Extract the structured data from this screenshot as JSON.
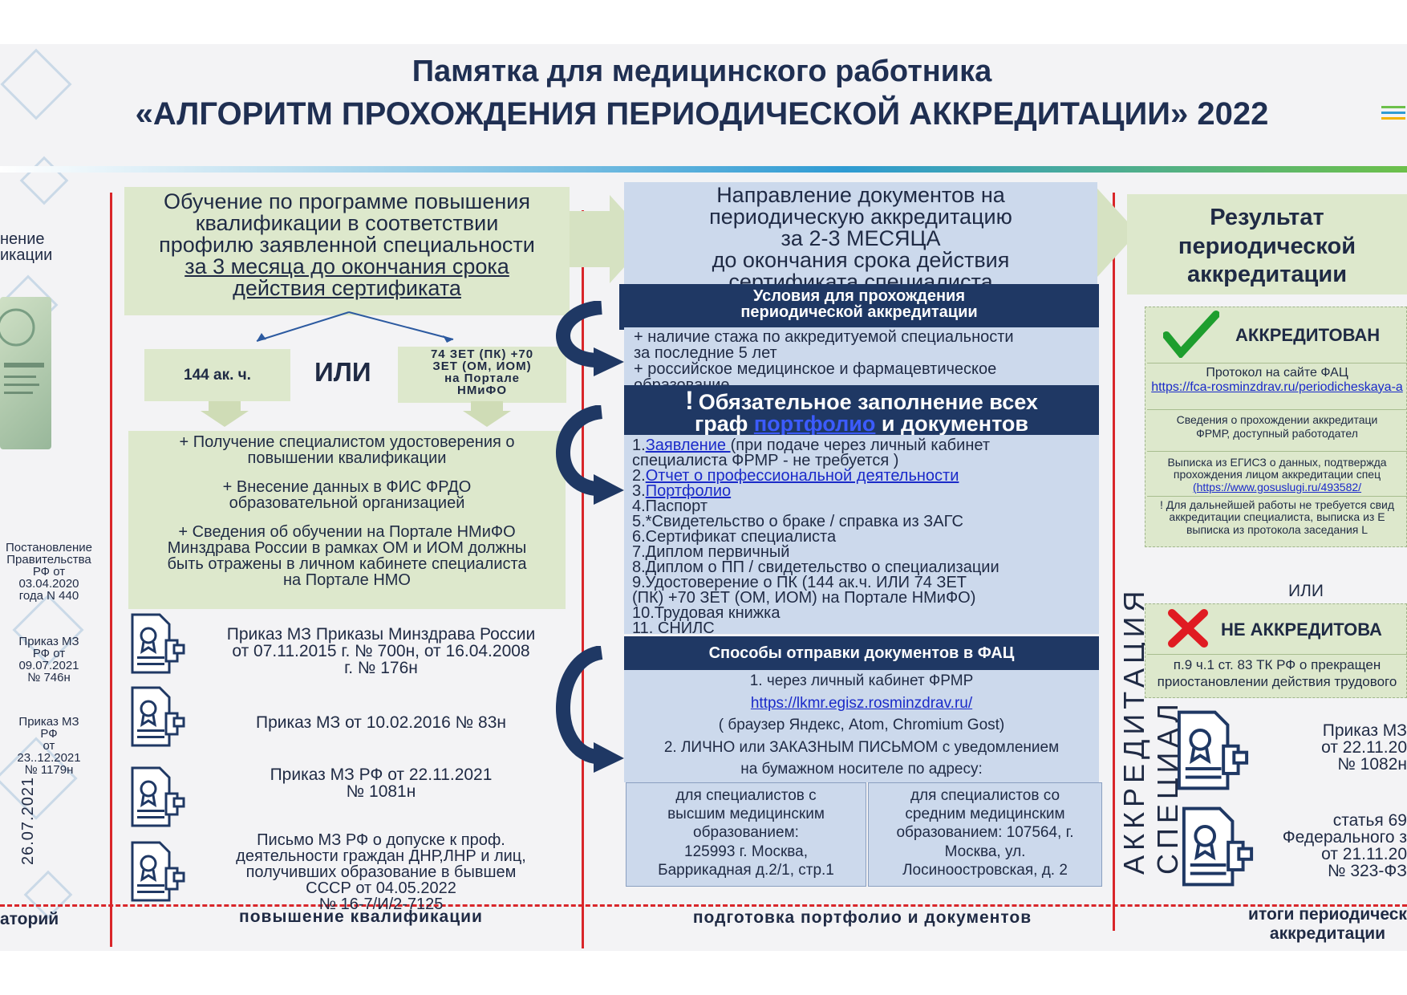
{
  "title": {
    "line1": "Памятка для медицинского работника",
    "line2": "«АЛГОРИТМ ПРОХОЖДЕНИЯ ПЕРИОДИЧЕСКОЙ АККРЕДИТАЦИИ» 2022"
  },
  "left_col": {
    "heading_l1": "нение",
    "heading_l2": "икации",
    "law_1": [
      "Постановление",
      "Правительства",
      "РФ от",
      "03.04.2020",
      "года N 440"
    ],
    "law_2": [
      "Приказ МЗ",
      "РФ от",
      "09.07.2021",
      "№ 746н"
    ],
    "law_3": [
      "Приказ МЗ",
      "РФ",
      "от",
      "23..12.2021",
      "№ 1179н"
    ],
    "vertical_date": "26.07.2021",
    "footer": "аторий"
  },
  "col1": {
    "training_l1": "Обучение по программе повышения",
    "training_l2": "квалификации в соответствии",
    "training_l3": "профилю заявленной специальности",
    "training_l4": "за 3 месяца до окончания срока",
    "training_l5": "действия сертификата",
    "opt_a": "144 ак. ч.",
    "or": "ИЛИ",
    "opt_b_l1": "74 ЗЕТ (ПК) +70",
    "opt_b_l2": "ЗЕТ (ОМ, ИОМ)",
    "opt_b_l3": "на Портале",
    "opt_b_l4": "НМиФО",
    "res1_l1": "+ Получение специалистом удостоверения о",
    "res1_l2": "повышении квалификации",
    "res2_l1": "+ Внесение данных в ФИС ФРДО",
    "res2_l2": "образовательной организацией",
    "res3_l1": "+ Сведения об обучении на Портале  НМиФО",
    "res3_l2": "Минздрава  России в рамках ОМ и ИОМ должны",
    "res3_l3": "быть отражены в личном кабинете  специалиста",
    "res3_l4": "на Портале НМО",
    "doc1_l1": "Приказ МЗ Приказы Минздрава России",
    "doc1_l2": "от 07.11.2015 г. № 700н, от 16.04.2008",
    "doc1_l3": "г. № 176н",
    "doc2": "Приказ МЗ от 10.02.2016   № 83н",
    "doc3_l1": "Приказ МЗ РФ от 22.11.2021",
    "doc3_l2": "№ 1081н",
    "doc4_l1": "Письмо МЗ РФ о допуске к проф.",
    "doc4_l2": "деятельности граждан ДНР,ЛНР и лиц,",
    "doc4_l3": "получивших образование в бывшем",
    "doc4_l4": "СССР от 04.05.2022",
    "doc4_l5": "№ 16-7/И/2-7125",
    "footer": "повышение квалификации"
  },
  "col2": {
    "top_l1": "Направление документов на",
    "top_l2": "периодическую аккредитацию",
    "top_l3": "за 2-3 МЕСЯЦА",
    "top_l4": "до окончания срока действия",
    "top_l5": "сертификата специалиста",
    "cond_l1": "Условия для прохождения",
    "cond_l2": "периодической аккредитации",
    "cond_i1_l1": "+ наличие стажа по аккредитуемой специальности",
    "cond_i1_l2": "за последние 5 лет",
    "cond_i2_l1": "+ российское медицинское и фармацевтическое",
    "cond_i2_l2": "образование",
    "mand_excl": "!",
    "mand_l1": "Обязательное заполнение всех",
    "mand_l2a": "граф ",
    "mand_link": "портфолио",
    "mand_l2b": " и документов",
    "docs": {
      "d1_num": "1.",
      "d1_link": "Заявление ",
      "d1_rest": " (при подаче через личный кабинет",
      "d1_l2": "специалиста ФРМР - не требуется )",
      "d2_num": "2.",
      "d2_link": "Отчет о профессиональной деятельности",
      "d3_num": "3.",
      "d3_link": "Портфолио",
      "d4": "4.Паспорт",
      "d5": "5.*Свидетельство о браке / справка из ЗАГС",
      "d6": "6.Сертификат специалиста",
      "d7": "7.Диплом первичный",
      "d8": "8.Диплом о ПП / свидетельство о специализации",
      "d9_l1": "9.Удостоверение о ПК (144 ак.ч. ИЛИ 74 ЗЕТ",
      "d9_l2": "(ПК) +70 ЗЕТ (ОМ, ИОМ) на Портале НМиФО)",
      "d10": "10.Трудовая книжка",
      "d11": "11. СНИЛС"
    },
    "send_header": "Способы отправки документов в  ФАЦ",
    "send_1": "1. через  личный кабинет ФРМР",
    "send_link": "https://lkmr.egisz.rosminzdrav.ru/",
    "send_browser": "( браузер Яндекс, Atom, Chromium Gost)",
    "send_2_l1": "2. ЛИЧНО или  ЗАКАЗНЫМ ПИСЬМОМ с уведомлением",
    "send_2_l2": "на бумажном носителе по адресу:",
    "addr_high": [
      "для специалистов с",
      "высшим медицинским",
      "образованием:",
      "125993 г. Москва,",
      "Баррикадная д.2/1, стр.1"
    ],
    "addr_mid": [
      "для специалистов со",
      "средним медицинским",
      "образованием: 107564, г.",
      "Москва, ул.",
      "Лосиноостровская, д. 2"
    ],
    "footer": "подготовка портфолио и документов"
  },
  "col3": {
    "vertical": "АККРЕДИТАЦИЯ СПЕЦИАЛИСТА",
    "result_l1": "Результат",
    "result_l2": "периодической",
    "result_l3": "аккредитации",
    "accredited": "АККРЕДИТОВАН",
    "protocol": "Протокол на сайте ФАЦ",
    "protocol_link": "https://fca-rosminzdrav.ru/periodicheskaya-a",
    "info_l1": "Сведения о прохождении  аккредитаци",
    "info_l2": "ФРМР, доступный работодател",
    "extract_l1": "Выписка из ЕГИСЗ о данных, подтвержда",
    "extract_l2": "прохождения лицом аккредитации спец",
    "extract_link": "(https://www.gosuslugi.ru/493582/",
    "note_l1": "! Для дальнейшей работы не  требуется свид",
    "note_l2": "аккредитации специалиста, выписка из Е",
    "note_l3": "выписка  из протокола заседания L",
    "or": "ИЛИ",
    "not_accredited": "НЕ АККРЕДИТОВА",
    "not_l1": "п.9 ч.1 ст. 83 ТК РФ о прекращен",
    "not_l2": "приостановлении действия трудового",
    "doc1_l1": "Приказ МЗ",
    "doc1_l2": "от 22.11.20",
    "doc1_l3": "№ 1082н",
    "doc2_l1": "статья 69",
    "doc2_l2": "Федерального з",
    "doc2_l3": "от 21.11.20",
    "doc2_l4": "№ 323-ФЗ",
    "footer_l1": "итоги периодическ",
    "footer_l2": "аккредитации"
  },
  "colors": {
    "navy": "#1f3864",
    "green_box": "#dde8cc",
    "blue_box": "#ccd9ec",
    "red_line": "#d9262a",
    "check": "#1e9e2e",
    "cross": "#e01b22"
  },
  "icons": [
    "certificate-document-icon",
    "check-icon",
    "cross-icon",
    "curved-arrow-icon",
    "down-arrow-icon",
    "right-arrow-icon"
  ]
}
